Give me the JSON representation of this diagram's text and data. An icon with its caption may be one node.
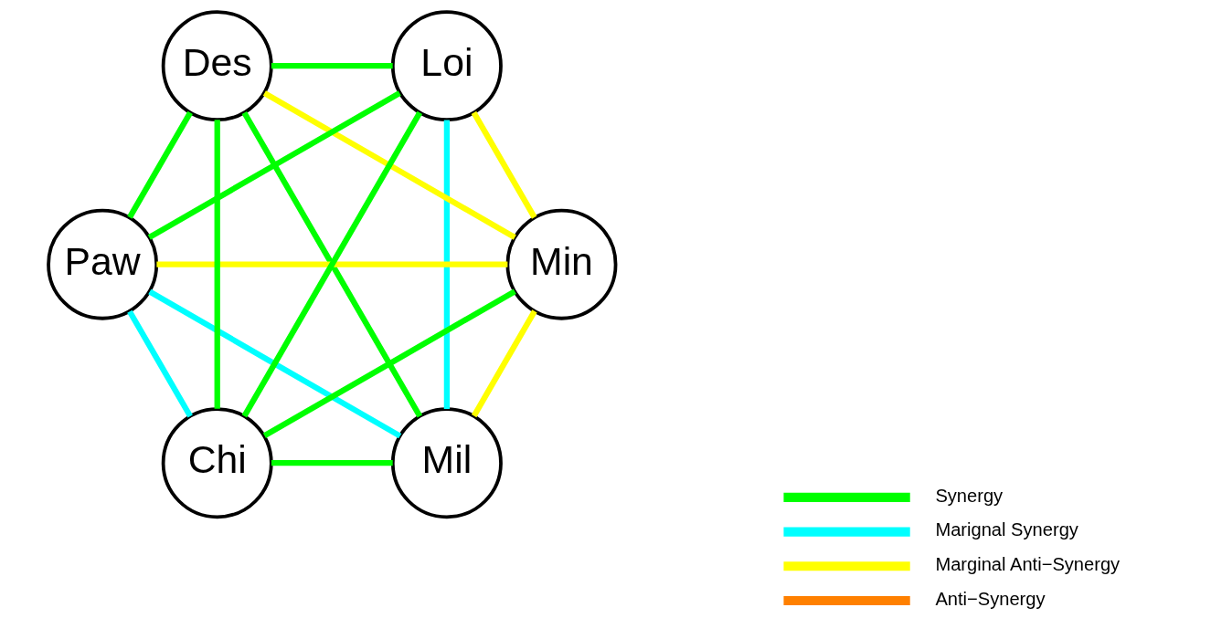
{
  "diagram": {
    "nodes": [
      {
        "text": [
          "Mil"
        ]
      },
      {
        "text": [
          "Min"
        ]
      },
      {
        "text": [
          "Paw"
        ]
      },
      {
        "text": [
          "Des"
        ]
      },
      {
        "text": [
          "Loi"
        ]
      },
      {
        "text": [
          "Chi"
        ]
      }
    ],
    "edges": [
      {
        "from": 0,
        "to": 1,
        "arrow": "none",
        "color": "#ffff00"
      },
      {
        "from": 0,
        "to": 2,
        "arrow": "none",
        "color": "#00ffff"
      },
      {
        "from": 0,
        "to": 4,
        "arrow": "none",
        "color": "#00ffff"
      },
      {
        "from": 0,
        "to": 5,
        "arrow": "none"
      },
      {
        "from": 0,
        "to": 3,
        "arrow": "none"
      },
      {
        "from": 1,
        "to": 2,
        "arrow": "none",
        "color": "#ffff00"
      },
      {
        "from": 1,
        "to": 4,
        "arrow": "none",
        "color": "#ffff00"
      },
      {
        "from": 1,
        "to": 5,
        "arrow": "none"
      },
      {
        "from": 1,
        "to": 3,
        "arrow": "none",
        "color": "#ffff00"
      },
      {
        "from": 2,
        "to": 3,
        "arrow": "none"
      },
      {
        "from": 2,
        "to": 4,
        "arrow": "none"
      },
      {
        "from": 2,
        "to": 5,
        "arrow": "none",
        "color": "#00ffff"
      },
      {
        "from": 3,
        "to": 4,
        "arrow": "none"
      },
      {
        "from": 3,
        "to": 5,
        "arrow": "none"
      },
      {
        "from": 4,
        "to": 5,
        "arrow": "none"
      }
    ],
    "legend": [
      {
        "text": "Synergy",
        "color": "#00ff00"
      },
      {
        "text": "Marignal Synergy",
        "color": "#00ffff"
      },
      {
        "text": "Marginal Anti−Synergy",
        "color": "#ffff00"
      },
      {
        "text": "Anti−Synergy",
        "color": "#ff8000"
      }
    ]
  }
}
